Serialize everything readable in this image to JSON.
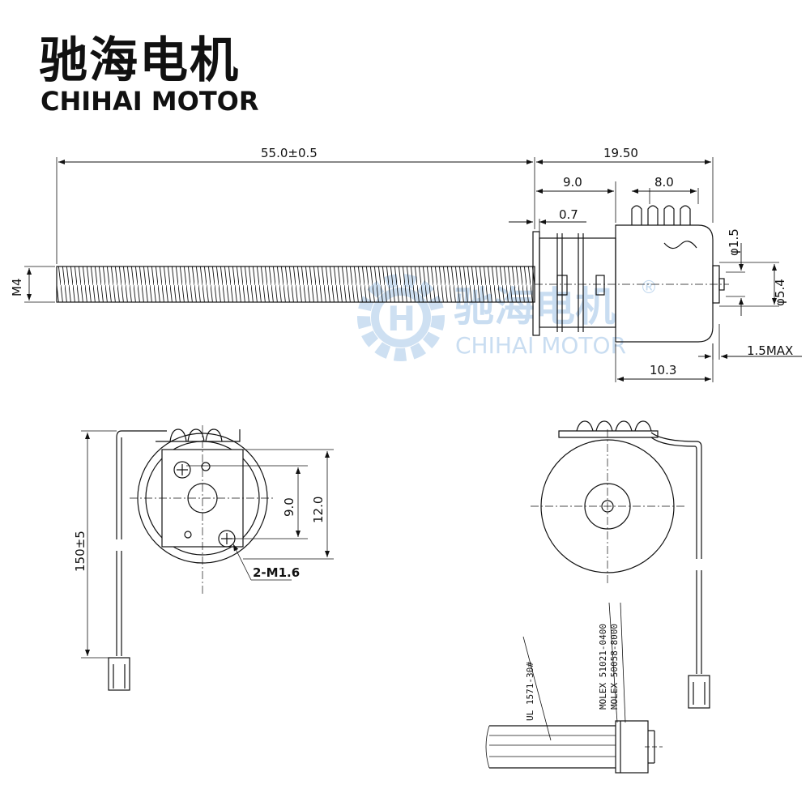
{
  "brand": {
    "name_cn": "驰海电机",
    "name_en": "CHIHAI MOTOR"
  },
  "watermark": {
    "name_cn": "驰海电机",
    "name_en": "CHIHAI MOTOR",
    "registered": "®",
    "logo_icon": "gear-h-logo-icon",
    "color": "#9ec3e6"
  },
  "side_view": {
    "dims": {
      "screw_length": "55.0±0.5",
      "body_total": "19.50",
      "gearbox_len": "9.0",
      "coil_len": "8.0",
      "flange_thk": "0.7",
      "screw_thread": "M4",
      "shaft_dia": "φ1.5",
      "boss_dia": "φ5.4",
      "boss_len": "1.5MAX",
      "can_len": "10.3"
    }
  },
  "front_view": {
    "dims": {
      "wire_length": "150±5",
      "hole_pitch": "9.0",
      "plate_height": "12.0",
      "screws": "2-M1.6"
    }
  },
  "rear_view": {
    "labels": {
      "wire_spec": "UL 1571-30#",
      "connector_1": "MOLEX 51021-0400",
      "connector_2": "MOLEX 50058-8000"
    }
  },
  "colors": {
    "line": "#111111",
    "watermark": "#9ec3e6"
  }
}
